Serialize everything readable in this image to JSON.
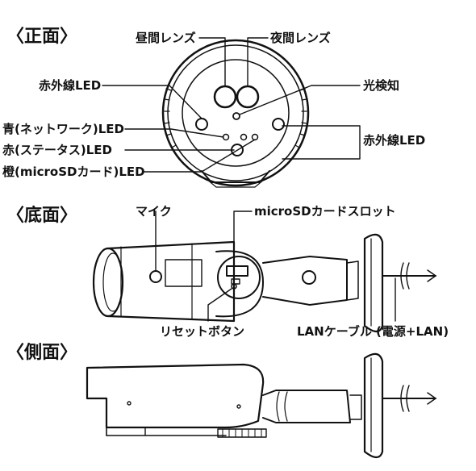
{
  "sections": {
    "front": "〈正面〉",
    "bottom": "〈底面〉",
    "side": "〈側面〉"
  },
  "front_labels": {
    "day_lens": "昼間レンズ",
    "night_lens": "夜間レンズ",
    "ir_led_left": "赤外線LED",
    "light_sensor": "光検知",
    "blue_led": "青(ネットワーク)LED",
    "red_led": "赤(ステータス)LED",
    "orange_led": "橙(microSDカード)LED",
    "ir_led_right": "赤外線LED"
  },
  "bottom_labels": {
    "mic": "マイク",
    "sd_slot": "microSDカードスロット",
    "reset_button": "リセットボタン",
    "lan_cable": "LANケーブル (電源+LAN)"
  }
}
